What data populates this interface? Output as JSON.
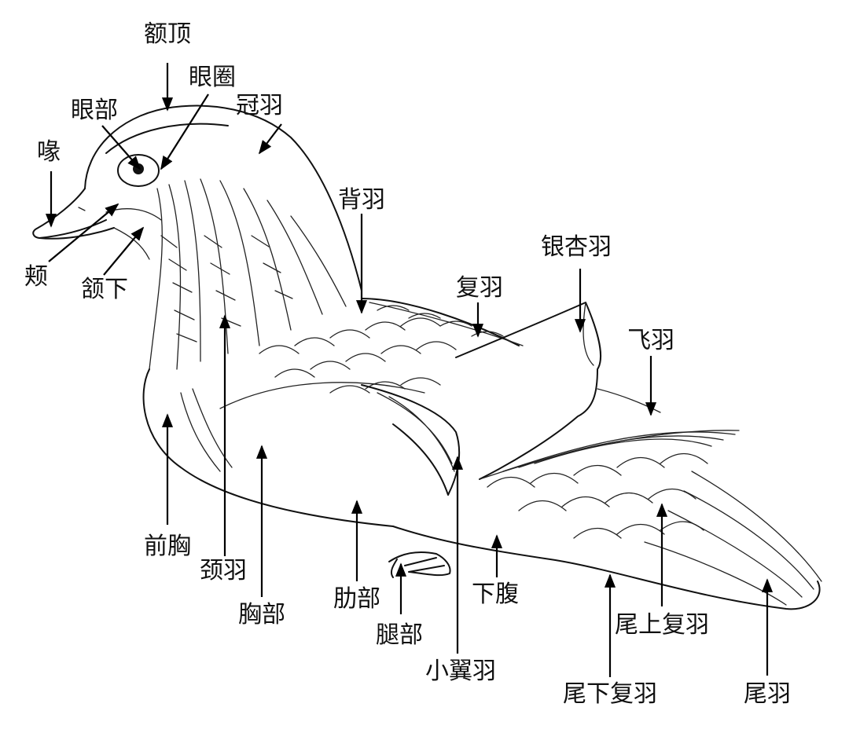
{
  "labels": {
    "e_ding": "额顶",
    "yan_quan": "眼圈",
    "yan_bu": "眼部",
    "guan_yu": "冠羽",
    "hui": "喙",
    "bei_yu": "背羽",
    "yin_xing_yu": "银杏羽",
    "jia": "颊",
    "han_xia": "颔下",
    "fu_yu": "复羽",
    "fei_yu": "飞羽",
    "qian_xiong": "前胸",
    "jing_yu": "颈羽",
    "xiong_bu": "胸部",
    "lei_bu": "肋部",
    "tui_bu": "腿部",
    "xia_fu": "下腹",
    "xiao_yi_yu": "小翼羽",
    "wei_shang_fu_yu": "尾上复羽",
    "wei_xia_fu_yu": "尾下复羽",
    "wei_yu": "尾羽"
  }
}
